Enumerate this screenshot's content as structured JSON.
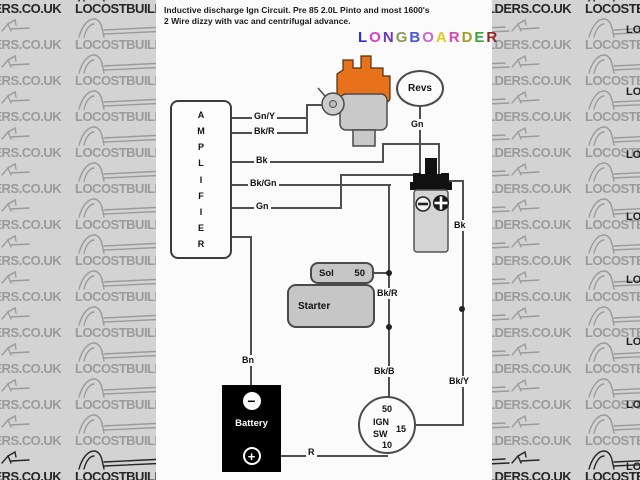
{
  "watermark": {
    "text": "LOCOSTBUILDERS.CO.UK"
  },
  "title": {
    "line1": "Inductive discharge Ign Circuit.  Pre 85 2.0L Pinto and most 1600's",
    "line2": "2 Wire dizzy with vac and centrifugal advance."
  },
  "logo": {
    "letters": [
      {
        "ch": "L",
        "color": "#2a35d4"
      },
      {
        "ch": "O",
        "color": "#d63fd0"
      },
      {
        "ch": "N",
        "color": "#6a3ab8"
      },
      {
        "ch": "G",
        "color": "#8a9a55"
      },
      {
        "ch": "B",
        "color": "#4a55d8"
      },
      {
        "ch": "O",
        "color": "#c468d4"
      },
      {
        "ch": "A",
        "color": "#ddca28"
      },
      {
        "ch": "R",
        "color": "#d945b5"
      },
      {
        "ch": "D",
        "color": "#a89a2a"
      },
      {
        "ch": "E",
        "color": "#3aa63a"
      },
      {
        "ch": "R",
        "color": "#9a2525"
      }
    ]
  },
  "amplifier": {
    "label": "AMPLIFIER"
  },
  "labels": {
    "gn_y": "Gn/Y",
    "bk_r": "Bk/R",
    "bk": "Bk",
    "bk_gn": "Bk/Gn",
    "gn": "Gn",
    "bn": "Bn",
    "gn_revs": "Gn",
    "bk_coil": "Bk",
    "bk_r_mid": "Bk/R",
    "bk_b": "Bk/B",
    "bk_y": "Bk/Y",
    "r": "R"
  },
  "revs": {
    "label": "Revs"
  },
  "solenoid": {
    "label": "Sol",
    "t50": "50"
  },
  "starter": {
    "label": "Starter"
  },
  "battery": {
    "label": "Battery",
    "minus": "−",
    "plus": "+"
  },
  "ign_switch": {
    "t50": "50",
    "line1": "IGN",
    "line2": "SW",
    "t15": "15",
    "t10": "10"
  },
  "colors": {
    "distributor_cap": "#e8721c",
    "background": "#d3d3d3",
    "watermark_text": "#9b9b9b",
    "wire": "#4f4f4f"
  }
}
